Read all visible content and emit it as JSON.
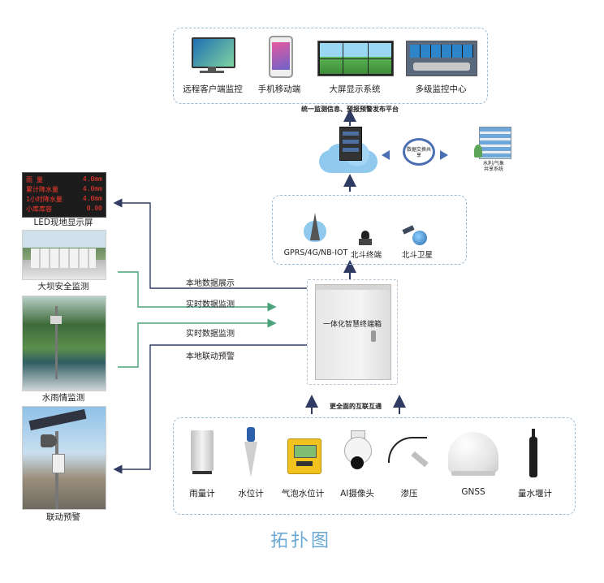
{
  "top_devices": [
    {
      "label": "远程客户端监控"
    },
    {
      "label": "手机移动端"
    },
    {
      "label": "大屏显示系统"
    },
    {
      "label": "多级监控中心"
    }
  ],
  "platform_label": "统一监测信息、预报预警发布平台",
  "exchange_label": "数据交换共享",
  "water_dept_label": "水利/气象\n共享系统",
  "network_items": [
    {
      "label": "GPRS/4G/NB-IOT"
    },
    {
      "label": "北斗终端"
    },
    {
      "label": "北斗卫星"
    }
  ],
  "terminal_label": "一体化智慧终端箱",
  "interconnect_label": "更全面的互联互通",
  "left_panels": [
    {
      "label": "LED现地显示屏"
    },
    {
      "label": "大坝安全监测"
    },
    {
      "label": "水雨情监测"
    },
    {
      "label": "联动预警"
    }
  ],
  "led_rows": [
    {
      "name": "雨 量",
      "value": "4.0mm"
    },
    {
      "name": "累计降水量",
      "value": "4.0mm"
    },
    {
      "name": "1小时降水量",
      "value": "4.0mm"
    },
    {
      "name": "小库库容",
      "value": "0.00"
    }
  ],
  "flows": [
    {
      "label": "本地数据展示"
    },
    {
      "label": "实时数据监测"
    },
    {
      "label": "实时数据监测"
    },
    {
      "label": "本地联动预警"
    }
  ],
  "sensors": [
    {
      "label": "雨量计"
    },
    {
      "label": "水位计"
    },
    {
      "label": "气泡水位计"
    },
    {
      "label": "AI摄像头"
    },
    {
      "label": "渗压"
    },
    {
      "label": "GNSS"
    },
    {
      "label": "量水堰计"
    }
  ],
  "figure_title": "拓扑图",
  "colors": {
    "line_dark": "#2f3b63",
    "line_green": "#4aa37a",
    "dash": "#9bbcd6",
    "title": "#6aa8d6"
  }
}
